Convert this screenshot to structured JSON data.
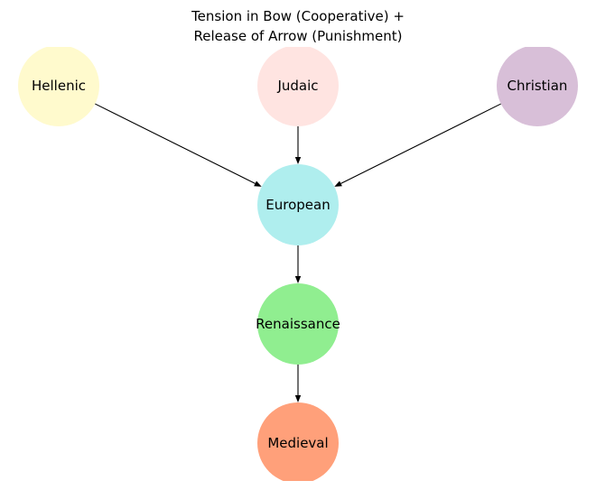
{
  "diagram": {
    "title_lines": [
      "Tension in Bow (Cooperative) +",
      "Release of Arrow (Punishment)"
    ],
    "nodes": [
      {
        "id": "hellenic",
        "label": "Hellenic",
        "color": "#FFFACD"
      },
      {
        "id": "judaic",
        "label": "Judaic",
        "color": "#FFE4E1"
      },
      {
        "id": "christian",
        "label": "Christian",
        "color": "#D8BFD8"
      },
      {
        "id": "european",
        "label": "European",
        "color": "#AFEEEE"
      },
      {
        "id": "renaissance",
        "label": "Renaissance",
        "color": "#90EE90"
      },
      {
        "id": "medieval",
        "label": "Medieval",
        "color": "#FFA07A"
      }
    ],
    "edges": [
      {
        "from": "hellenic",
        "to": "european"
      },
      {
        "from": "judaic",
        "to": "european"
      },
      {
        "from": "christian",
        "to": "european"
      },
      {
        "from": "european",
        "to": "renaissance"
      },
      {
        "from": "renaissance",
        "to": "medieval"
      }
    ]
  }
}
